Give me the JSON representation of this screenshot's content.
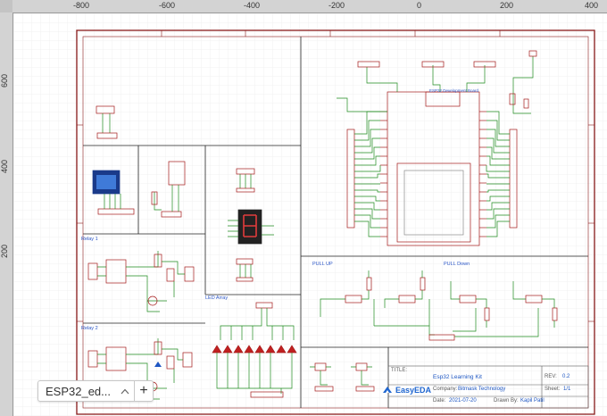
{
  "ruler": {
    "x_ticks": [
      "-800",
      "-600",
      "-400",
      "-200",
      "0",
      "200",
      "400"
    ],
    "y_ticks": [
      "600",
      "400",
      "200"
    ]
  },
  "sections": {
    "relay1": "Relay 1",
    "relay2": "Relay 2",
    "led_array": "LED Array",
    "pull_up": "PULL UP",
    "pull_down": "PULL Down",
    "esp32": "ESP32 Development Board"
  },
  "title_block": {
    "title_label": "TITLE:",
    "title_value": "Esp32 Learning Kit",
    "rev_label": "REV:",
    "rev_value": "0.2",
    "company_label": "Company:",
    "company_value": "Bitmask Technology",
    "sheet_label": "Sheet:",
    "sheet_value": "1/1",
    "date_label": "Date:",
    "date_value": "2021-07-20",
    "drawn_label": "Drawn By:",
    "drawn_value": "Kapil Patil",
    "logo": "EasyEDA"
  },
  "tab": {
    "name": "ESP32_ed...",
    "add": "+",
    "chevron": "^"
  },
  "colors": {
    "frame": "#8a1c1c",
    "wire": "#1f8a1f",
    "component": "#a41a1a",
    "label": "#2a55c6"
  }
}
